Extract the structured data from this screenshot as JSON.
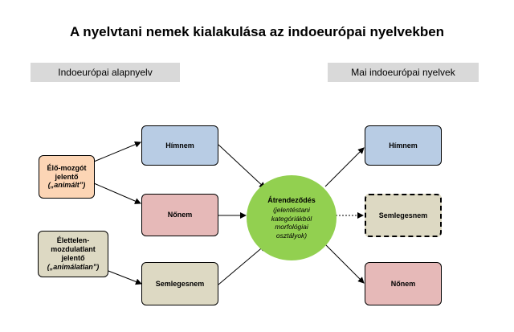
{
  "title": "A nyelvtani nemek kialakulása az indoeurópai nyelvekben",
  "headers": {
    "left": "Indoeurópai alapnyelv",
    "right": "Mai indoeurópai nyelvek"
  },
  "left_inputs": {
    "animate": {
      "line1": "Élő-mozgót jelentő",
      "line2": "(„animált”)"
    },
    "inanimate": {
      "line1": "Élettelen-",
      "line2": "mozdulatlant",
      "line3": "jelentő",
      "line4": "(„animálatlan”)"
    }
  },
  "left_genders": {
    "masculine": "Hímnem",
    "feminine": "Nőnem",
    "neuter": "Semlegesnem"
  },
  "center": {
    "title": "Átrendeződés",
    "subtitle_lines": [
      "(jelentéstani",
      "kategóriákból",
      "morfológiai",
      "osztályok)"
    ]
  },
  "right_genders": {
    "masculine": "Hímnem",
    "neuter": "Semlegesnem",
    "feminine": "Nőnem"
  },
  "colors": {
    "blue": "#b8cce4",
    "pink": "#e6b9b8",
    "beige": "#ddd9c3",
    "peach": "#fcd5b5",
    "green": "#92d050",
    "header_gray": "#d9d9d9"
  }
}
